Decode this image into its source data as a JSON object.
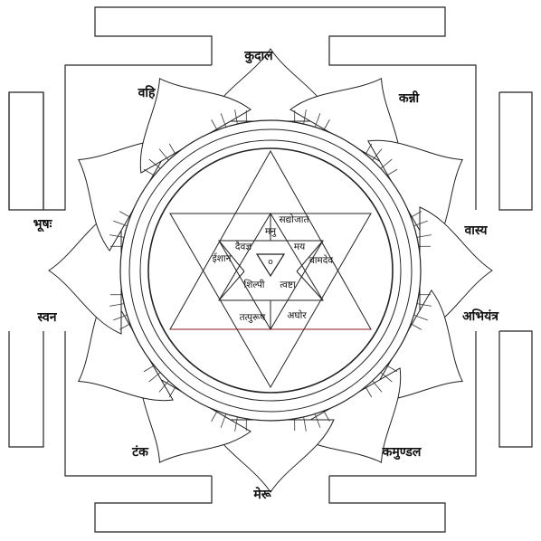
{
  "outer_labels": {
    "top": "कुदाल",
    "top_left": "वहि",
    "top_right": "कन्नी",
    "left_upper": "भूषः",
    "right_upper": "वास्य",
    "left_lower": "स्वन",
    "right_lower": "अभियंत्र",
    "bottom_left": "टंक",
    "bottom_right": "कमुण्डल",
    "bottom": "मेरू"
  },
  "inner_labels": {
    "sadyojata": "सद्योजात",
    "manu": "मनु",
    "daivagya": "दैवज्ञ",
    "maya": "मय",
    "ishana": "ईशान",
    "vamadeva": "वामदेव",
    "shilpi": "शिल्पी",
    "tvashta": "त्वष्टा",
    "tatpurusha": "तत्पुरूष",
    "aghora": "अघोर",
    "center": "o"
  },
  "colors": {
    "stroke": "#222222",
    "accent_line": "#8b1a1a",
    "text": "#111111"
  }
}
